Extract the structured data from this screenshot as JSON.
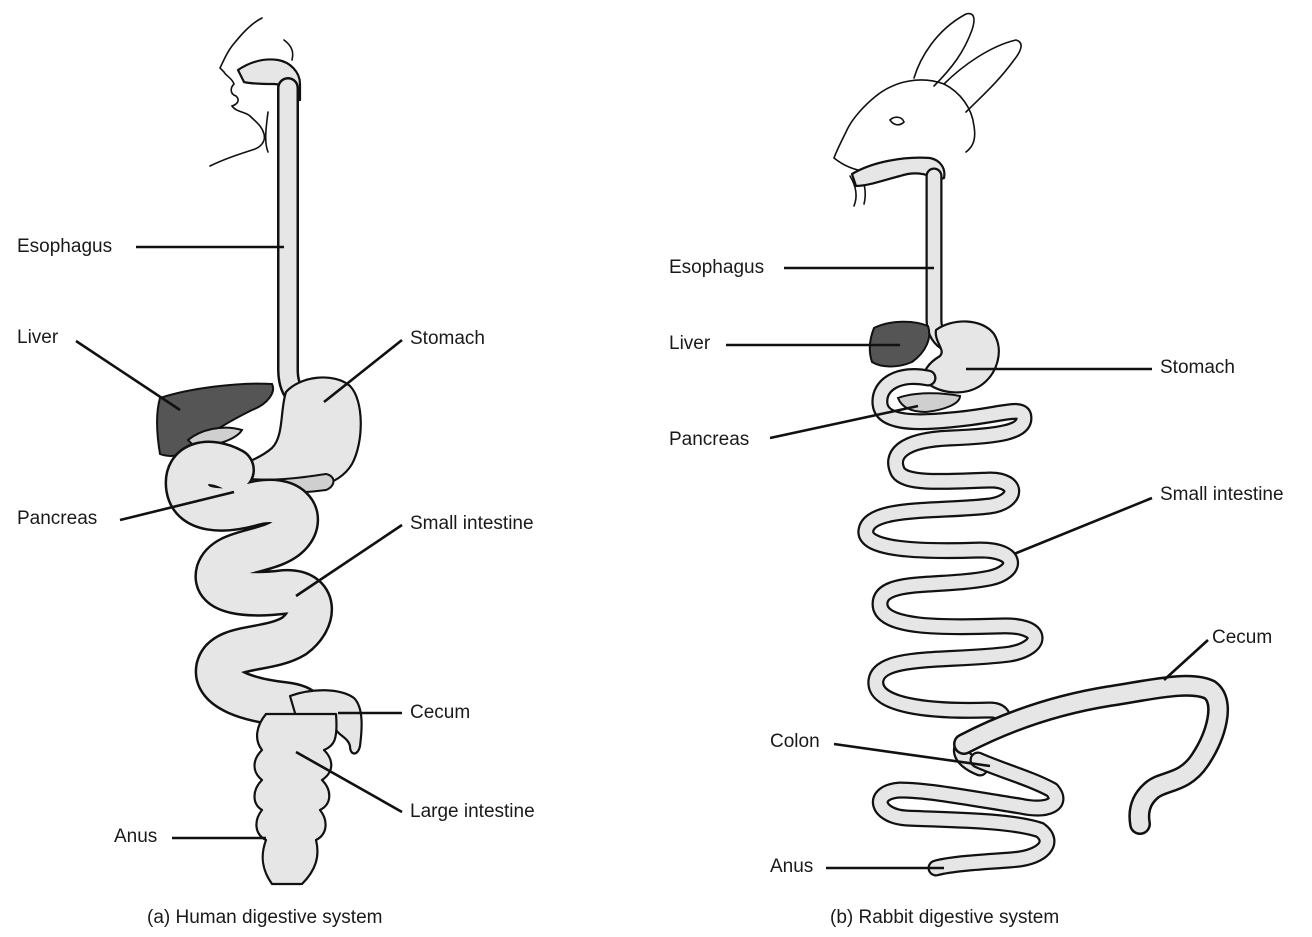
{
  "panel_a": {
    "caption": "(a) Human digestive system",
    "labels": {
      "esophagus": "Esophagus",
      "liver": "Liver",
      "stomach": "Stomach",
      "pancreas": "Pancreas",
      "small_intestine": "Small intestine",
      "cecum": "Cecum",
      "large_intestine": "Large intestine",
      "anus": "Anus"
    }
  },
  "panel_b": {
    "caption": "(b) Rabbit digestive system",
    "labels": {
      "esophagus": "Esophagus",
      "liver": "Liver",
      "stomach": "Stomach",
      "pancreas": "Pancreas",
      "small_intestine": "Small intestine",
      "cecum": "Cecum",
      "colon": "Colon",
      "anus": "Anus"
    }
  },
  "colors": {
    "organ_fill": "#e6e6e6",
    "liver_fill": "#555555",
    "outline": "#111111"
  }
}
